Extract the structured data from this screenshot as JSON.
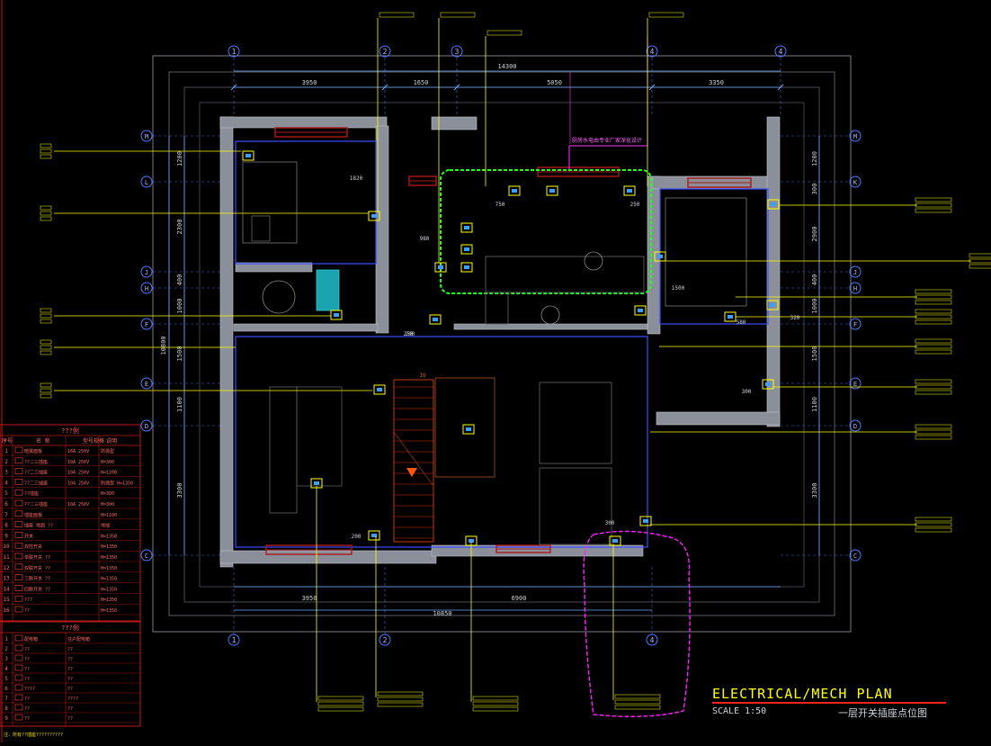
{
  "drawing": {
    "title": "ELECTRICAL/MECH PLAN",
    "scale": "SCALE 1:50",
    "subtitle_cn": "一层开关插座点位图"
  },
  "colors": {
    "background": "#000000",
    "wall": "#8a8f9a",
    "dimension": "#6fa8ff",
    "leader": "#ffff00",
    "frame": "#cfd3da",
    "window": "#b01818",
    "grid_bubble": "#4b7bff",
    "cloud_green": "#22ff22",
    "cloud_magenta": "#ff22ff",
    "title": "#ffff00",
    "table_border": "#c01818"
  },
  "grid": {
    "cols_top": [
      "1",
      "2",
      "3",
      "4",
      "4"
    ],
    "cols_bottom": [
      "1",
      "2",
      "4"
    ],
    "rows_left": [
      "M",
      "L",
      "J",
      "H",
      "F",
      "E",
      "D",
      "C"
    ],
    "rows_right": [
      "M",
      "K",
      "J",
      "H",
      "F",
      "E",
      "D",
      "C"
    ]
  },
  "dimensions": {
    "top_total": "14300",
    "top_segments": [
      "3950",
      "1650",
      "5050",
      "3350"
    ],
    "bottom_segments": [
      "3950",
      "6900"
    ],
    "bottom_total": "10850",
    "left_total": "10800",
    "left_segments": [
      "1200",
      "2300",
      "400",
      "1000",
      "1500",
      "1100",
      "3300"
    ],
    "right_segments": [
      "1200",
      "300",
      "2900",
      "400",
      "1000",
      "1500",
      "1100",
      "3300"
    ],
    "interior": [
      "1820",
      "750",
      "250",
      "980",
      "200",
      "1500",
      "580",
      "300",
      "200",
      "300",
      "320",
      "250"
    ]
  },
  "plan_notes": {
    "kitchen_note": "厨房水电由专业厂家深化设计",
    "stair_num": "10"
  },
  "legend1": {
    "title": "???例",
    "header": [
      "序号",
      "名 称",
      "型号规格",
      "说明"
    ],
    "rows": [
      [
        "1",
        "暗装面板",
        "16A 250V",
        "防溅型"
      ],
      [
        "2",
        "??二三插座",
        "10A 250V",
        "H=300"
      ],
      [
        "3",
        "??二三插座",
        "10A 250V",
        "H=1100"
      ],
      [
        "4",
        "??二三插座",
        "10A 250V",
        "防溅型 H=1350"
      ],
      [
        "5",
        "??插座",
        "",
        "H=300"
      ],
      [
        "6",
        "??二三插座",
        "10A 250V",
        "H=300"
      ],
      [
        "7",
        "插座面板",
        "",
        "H=1100"
      ],
      [
        "8",
        "插座 地面 ??",
        "",
        "地插"
      ],
      [
        "9",
        "开关",
        "",
        "H=1350"
      ],
      [
        "10",
        "双控开关",
        "",
        "H=1350"
      ],
      [
        "11",
        "单联开关 ??",
        "",
        "H=1350"
      ],
      [
        "12",
        "双联开关 ??",
        "",
        "H=1350"
      ],
      [
        "13",
        "三联开关 ??",
        "",
        "H=1350"
      ],
      [
        "14",
        "四联开关 ??",
        "",
        "H=1350"
      ],
      [
        "15",
        "???",
        "",
        "H=1350"
      ],
      [
        "16",
        "??",
        "",
        "H=1350"
      ]
    ]
  },
  "legend2": {
    "title": "???例",
    "rows": [
      [
        "1",
        "配电箱",
        "住户配电箱"
      ],
      [
        "2",
        "??",
        "??"
      ],
      [
        "3",
        "??",
        "??"
      ],
      [
        "4",
        "??",
        "??"
      ],
      [
        "5",
        "??",
        "??"
      ],
      [
        "6",
        "????",
        "??"
      ],
      [
        "7",
        "??",
        "????"
      ],
      [
        "8",
        "??",
        "??"
      ],
      [
        "9",
        "??",
        "??"
      ]
    ],
    "note": "注：所有??插座??????????"
  }
}
